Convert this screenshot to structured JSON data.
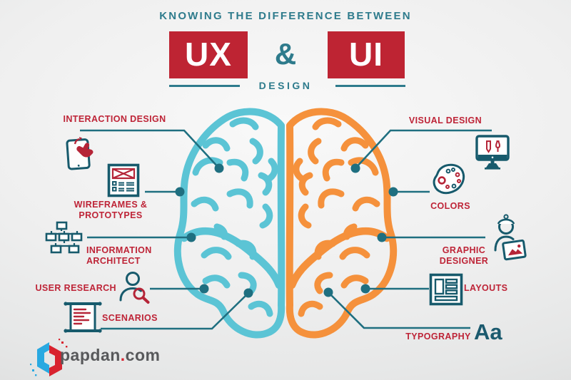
{
  "header": {
    "kicker": "KNOWING THE DIFFERENCE BETWEEN",
    "ux_label": "UX",
    "ampersand": "&",
    "ui_label": "UI",
    "design_label": "DESIGN"
  },
  "ux_side": {
    "interaction_design": "INTERACTION DESIGN",
    "wireframes_line1": "WIREFRAMES &",
    "wireframes_line2": "PROTOTYPES",
    "information_line1": "INFORMATION",
    "information_line2": "ARCHITECT",
    "user_research": "USER RESEARCH",
    "scenarios": "SCENARIOS"
  },
  "ui_side": {
    "visual_design": "VISUAL DESIGN",
    "colors": "COLORS",
    "graphic_line1": "GRAPHIC",
    "graphic_line2": "DESIGNER",
    "layouts": "LAYOUTS",
    "typography": "TYPOGRAPHY",
    "typography_glyph": "Aa"
  },
  "footer": {
    "brand_name": "papdan",
    "brand_dot": ".",
    "brand_tld": "com"
  },
  "colors": {
    "accent_red": "#be2433",
    "label_red": "#be2437",
    "teal_header": "#2e7b8c",
    "teal_line": "#1f6f80",
    "teal_icon": "#175a6c",
    "brain_left_teal": "#5bc4d5",
    "brain_right_orange": "#f5913c",
    "brand_gray": "#58595b",
    "logo_blue": "#29a9e1",
    "logo_red": "#d8232f"
  },
  "icons": {
    "ux": [
      "tablet-touch-icon",
      "wireframe-document-icon",
      "sitemap-icon",
      "user-magnifier-icon",
      "scroll-script-icon"
    ],
    "ui": [
      "design-monitor-icon",
      "color-palette-icon",
      "designer-person-icon",
      "layout-grid-icon",
      "typography-aa-glyph"
    ]
  }
}
